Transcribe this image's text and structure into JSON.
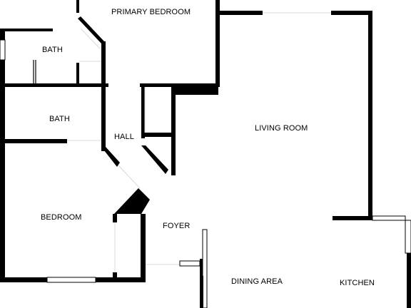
{
  "floorplan": {
    "rooms": {
      "primary_bedroom": "PRIMARY BEDROOM",
      "bath_upper": "BATH",
      "bath_lower": "BATH",
      "hall": "HALL",
      "living_room": "LIVING ROOM",
      "bedroom": "BEDROOM",
      "foyer": "FOYER",
      "dining_area": "DINING AREA",
      "kitchen": "KITCHEN"
    },
    "colors": {
      "wall": "#000000",
      "background": "#ffffff",
      "opening_line": "#d9d9d9"
    }
  }
}
